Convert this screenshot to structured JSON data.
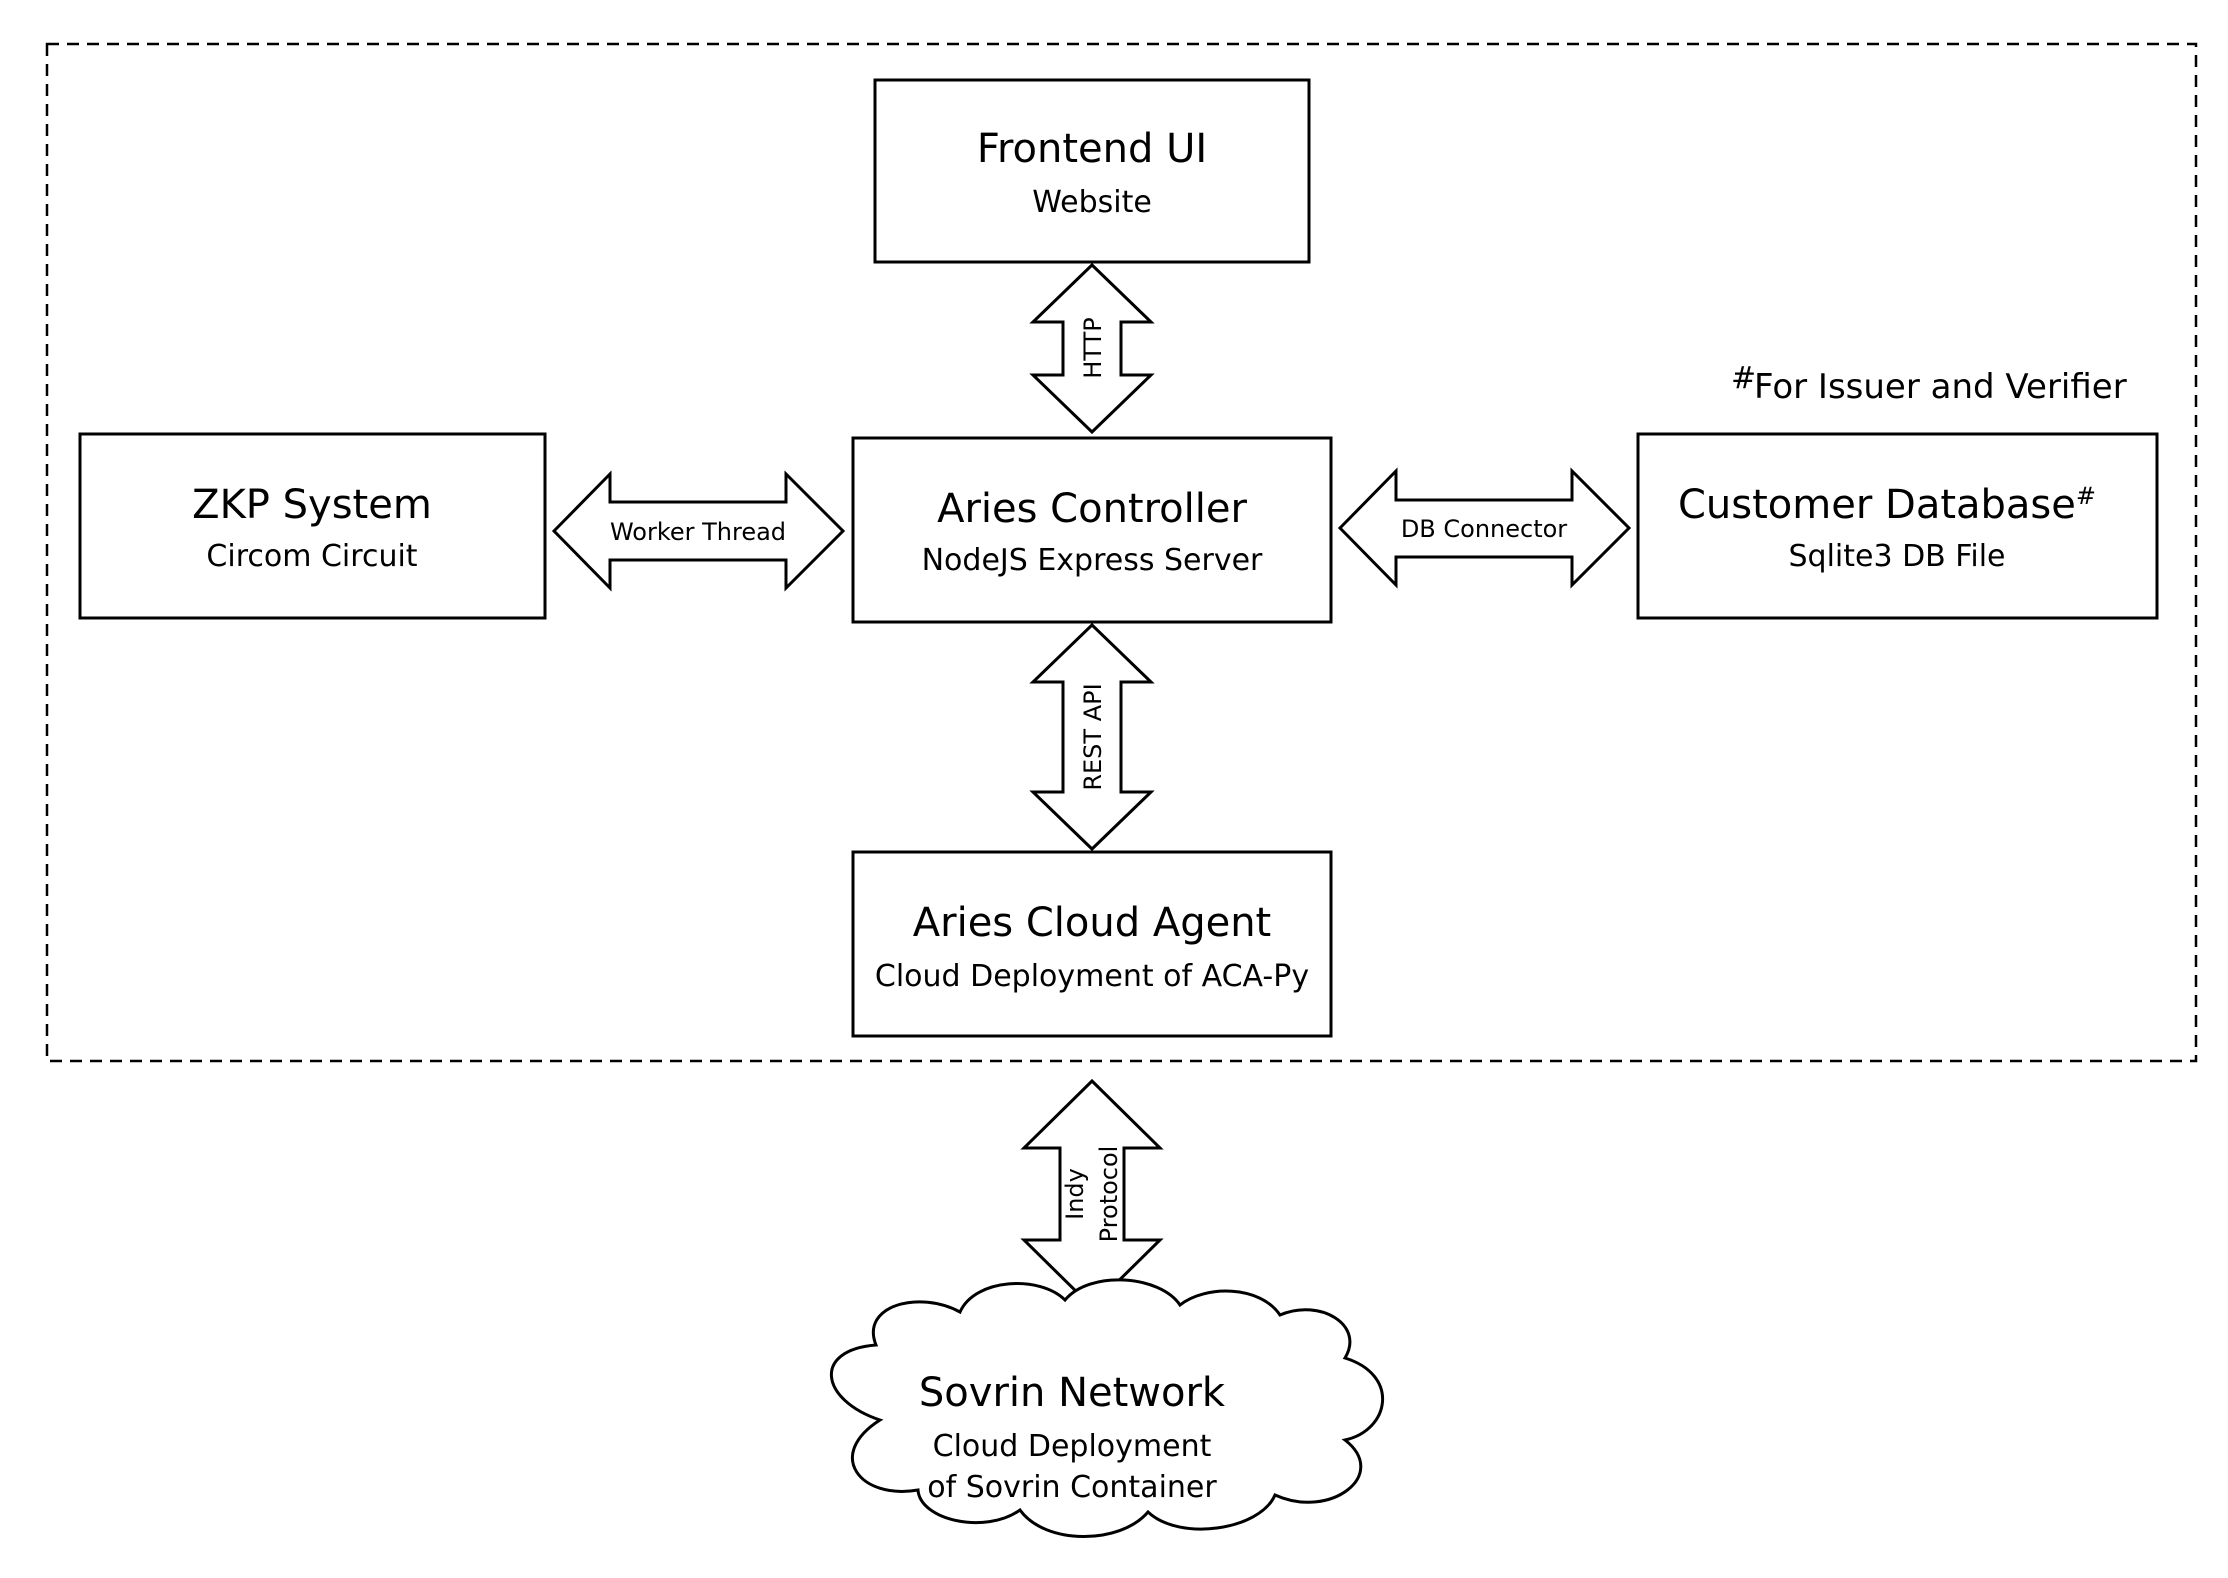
{
  "nodes": {
    "frontend": {
      "title": "Frontend UI",
      "subtitle": "Website"
    },
    "controller": {
      "title": "Aries Controller",
      "subtitle": "NodeJS Express Server"
    },
    "zkp": {
      "title": "ZKP System",
      "subtitle": "Circom Circuit"
    },
    "database": {
      "title": "Customer Database",
      "title_mark": "#",
      "subtitle": "Sqlite3 DB File"
    },
    "agent": {
      "title": "Aries Cloud Agent",
      "subtitle": "Cloud Deployment of ACA-Py"
    },
    "sovrin": {
      "title": "Sovrin Network",
      "subtitle_line1": "Cloud Deployment",
      "subtitle_line2": "of Sovrin Container"
    }
  },
  "edges": {
    "http": {
      "label": "HTTP"
    },
    "worker_thread": {
      "label": "Worker Thread"
    },
    "db_connector": {
      "label": "DB Connector"
    },
    "rest_api": {
      "label": "REST API"
    },
    "indy_protocol": {
      "label_line1": "Indy",
      "label_line2": "Protocol"
    }
  },
  "footnote": {
    "mark": "#",
    "text": "For Issuer and Verifier"
  }
}
